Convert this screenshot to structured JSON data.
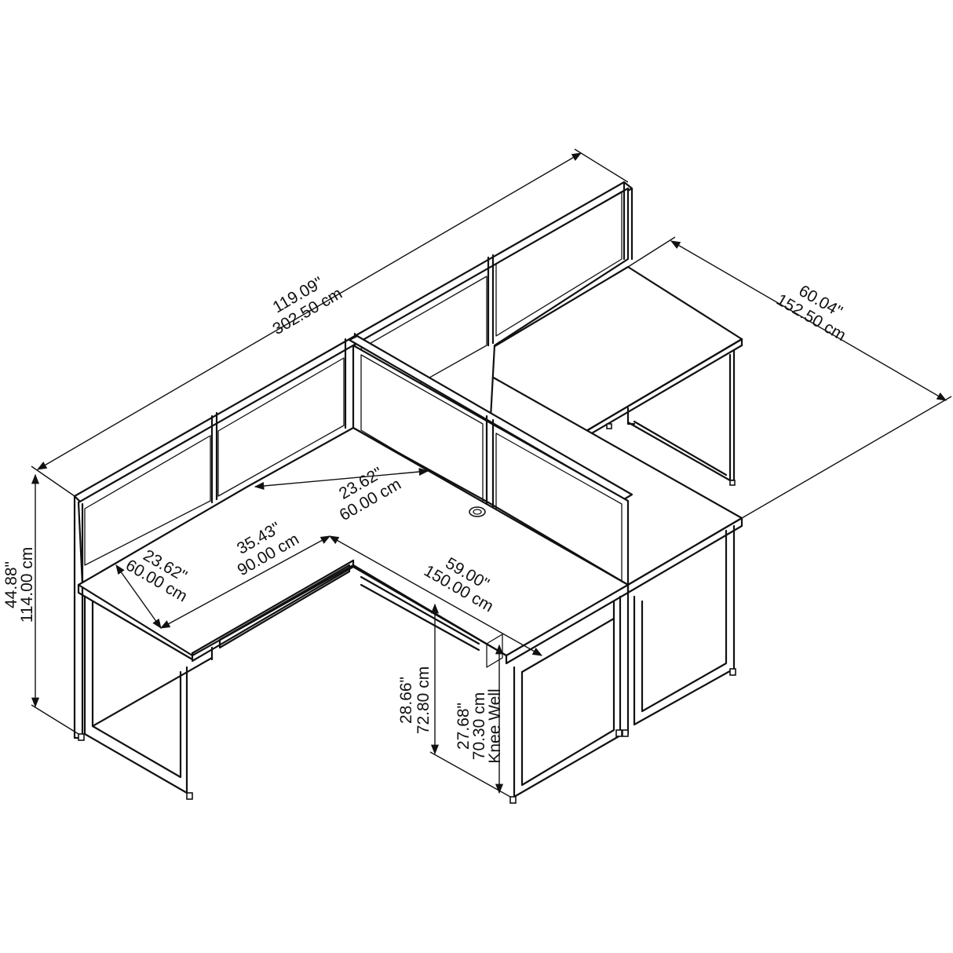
{
  "colors": {
    "line": "#111111",
    "background": "#ffffff"
  },
  "dimensions": {
    "overall_length": {
      "imperial": "119.09\"",
      "metric": "302.50 cm"
    },
    "overall_depth": {
      "imperial": "60.04\"",
      "metric": "152.50 cm"
    },
    "panel_height": {
      "imperial": "44.88\"",
      "metric": "114.00 cm"
    },
    "return_depth": {
      "imperial": "23.62\"",
      "metric": "60.00 cm"
    },
    "return_length": {
      "imperial": "35.43\"",
      "metric": "90.00 cm"
    },
    "desk_depth": {
      "imperial": "23.62\"",
      "metric": "60.00 cm"
    },
    "desk_width": {
      "imperial": "59.00\"",
      "metric": "150.00 cm"
    },
    "desk_height": {
      "imperial": "28.66\"",
      "metric": "72.80 cm"
    },
    "knee_well": {
      "imperial": "27.68\"",
      "metric": "70.30 cm",
      "note": "Knee Well"
    }
  }
}
